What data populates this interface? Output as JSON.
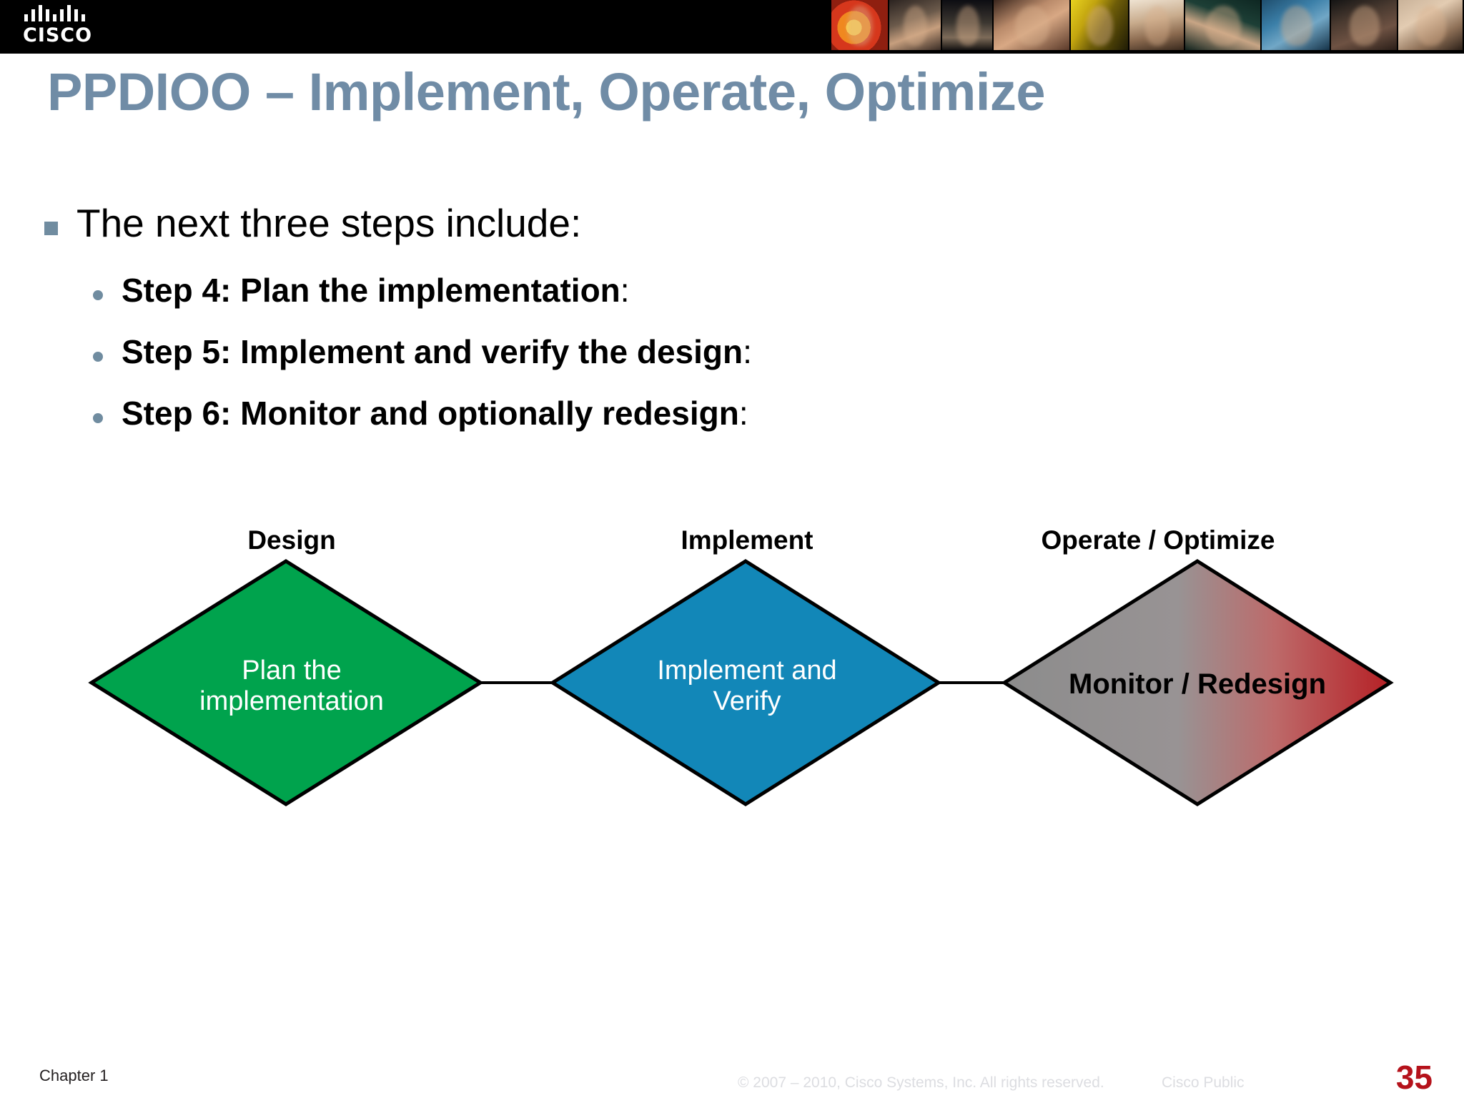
{
  "brand": {
    "logo_word": "CISCO",
    "logo_mark": "cisco-bars-logo"
  },
  "title": "PPDIOO – Implement, Operate, Optimize",
  "body": {
    "lead_bullet": "The next three steps include:",
    "sub_bullets": [
      {
        "bold": "Step 4: Plan the implementation",
        "tail": ":"
      },
      {
        "bold": "Step 5: Implement and verify the design",
        "tail": ":"
      },
      {
        "bold": "Step 6: Monitor and optionally redesign",
        "tail": ":"
      }
    ]
  },
  "diagram": {
    "phases": [
      {
        "label": "Design",
        "shape_text_line1": "Plan the",
        "shape_text_line2": "implementation",
        "fill": "#00A34D",
        "text_color": "#FFFFFF"
      },
      {
        "label": "Implement",
        "shape_text_line1": "Implement and",
        "shape_text_line2": "Verify",
        "fill": "#1287B8",
        "text_color": "#FFFFFF"
      },
      {
        "label": "Operate / Optimize",
        "shape_text_line1": "Monitor  / Redesign",
        "shape_text_line2": "",
        "fill_start": "#8C8C8C",
        "fill_end": "#B52025",
        "text_color": "#000000"
      }
    ]
  },
  "footer": {
    "chapter": "Chapter 1",
    "copyright": "© 2007 – 2010, Cisco Systems, Inc. All rights reserved.",
    "classification": "Cisco Public",
    "page_number": "35"
  },
  "colors": {
    "title": "#708CA6",
    "bullet_marker": "#708CA0",
    "page_number": "#B5121B",
    "banner": "#000000"
  }
}
